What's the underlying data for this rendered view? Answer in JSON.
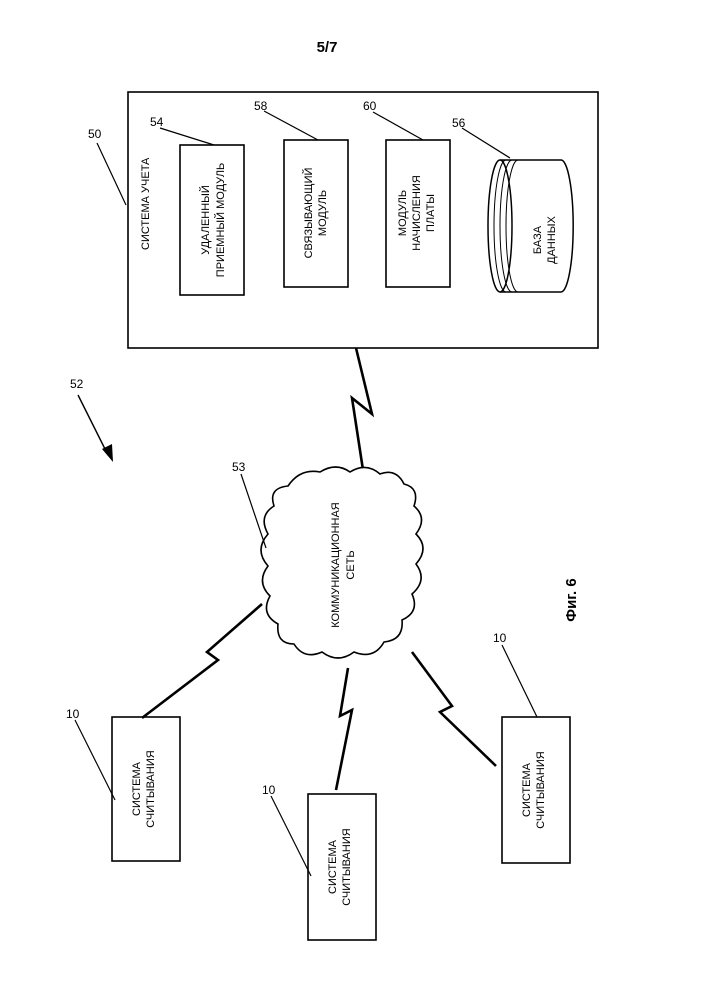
{
  "page_number": "5/7",
  "figure_caption": "Фиг. 6",
  "overall_ref": "52",
  "accounting_system": {
    "ref": "50",
    "title": "СИСТЕМА УЧЕТА",
    "modules": [
      {
        "ref": "54",
        "line1": "УДАЛЕННЫЙ",
        "line2": "ПРИЕМНЫЙ МОДУЛЬ",
        "line3": ""
      },
      {
        "ref": "58",
        "line1": "СВЯЗЫВАЮЩИЙ",
        "line2": "МОДУЛЬ",
        "line3": ""
      },
      {
        "ref": "60",
        "line1": "МОДУЛЬ",
        "line2": "НАЧИСЛЕНИЯ",
        "line3": "ПЛАТЫ"
      }
    ],
    "database": {
      "ref": "56",
      "line1": "БАЗА",
      "line2": "ДАННЫХ"
    }
  },
  "network": {
    "ref": "53",
    "line1": "КОММУНИКАЦИОННАЯ",
    "line2": "СЕТЬ"
  },
  "readers": [
    {
      "ref": "10",
      "line1": "СИСТЕМА",
      "line2": "СЧИТЫВАНИЯ"
    },
    {
      "ref": "10",
      "line1": "СИСТЕМА",
      "line2": "СЧИТЫВАНИЯ"
    },
    {
      "ref": "10",
      "line1": "СИСТЕМА",
      "line2": "СЧИТЫВАНИЯ"
    }
  ]
}
